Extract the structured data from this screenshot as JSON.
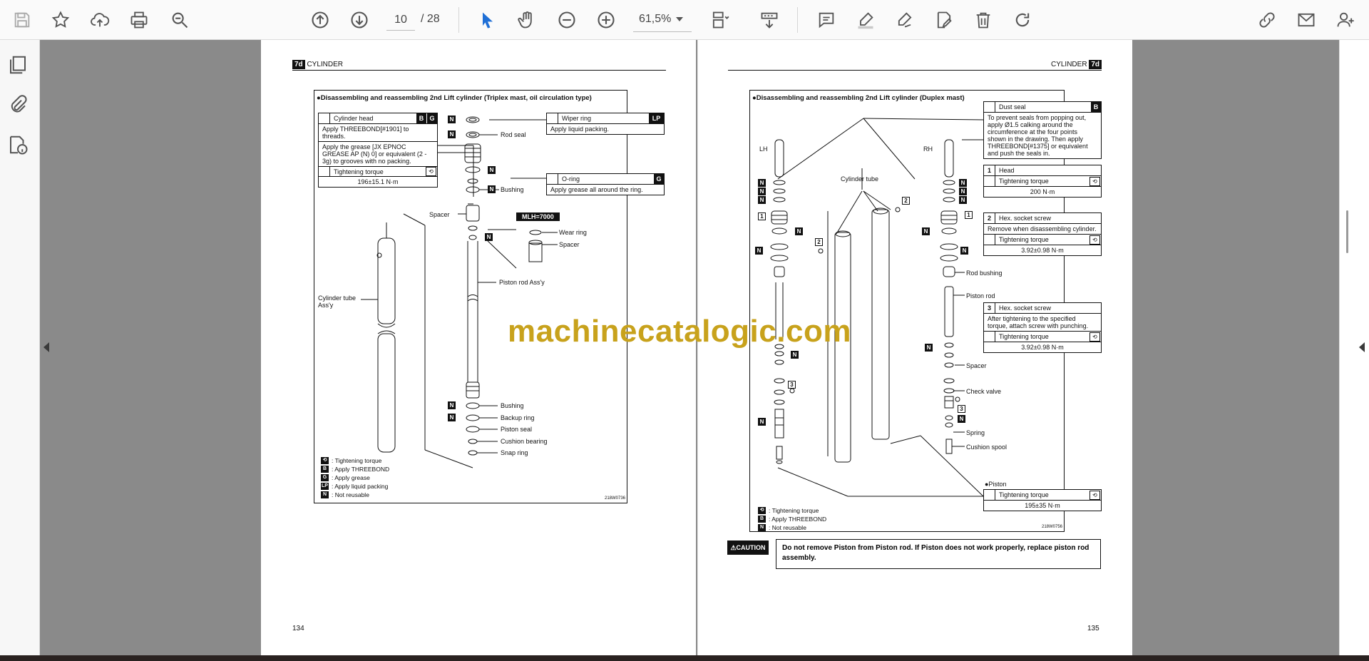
{
  "toolbar": {
    "page_current": "10",
    "page_total": "/ 28",
    "zoom": "61,5%"
  },
  "left_page": {
    "section_tag": "7d",
    "section_title": "CYLINDER",
    "frame_title": "●Disassembling and reassembling 2nd Lift cylinder (Triplex mast, oil circulation type)",
    "cylinder_head_box": {
      "title": "Cylinder head",
      "letters": [
        "B",
        "G"
      ],
      "para1": "Apply THREEBOND[#1901] to threads.",
      "para2": "Apply the grease [JX EPNOC GREASE AP (N) 0] or equivalent (2 - 3g) to grooves with no packing.",
      "torque_label": "Tightening torque",
      "torque_value": "196±15.1 N·m"
    },
    "wiper_box": {
      "title": "Wiper ring",
      "letter": "LP",
      "text": "Apply liquid packing."
    },
    "oring_box": {
      "title": "O-ring",
      "letter": "G",
      "text": "Apply grease all around the ring."
    },
    "mlh_tag": "MLH=7000",
    "labels": {
      "rod_seal": "Rod seal",
      "bushing_top": "Bushing",
      "spacer": "Spacer",
      "wear_ring": "Wear ring",
      "spacer2": "Spacer",
      "piston_rod": "Piston rod Ass'y",
      "cylinder_tube": "Cylinder tube\nAss'y",
      "bushing_bottom": "Bushing",
      "backup_ring": "Backup ring",
      "piston_seal": "Piston seal",
      "cushion_bearing": "Cushion bearing",
      "snap_ring": "Snap ring"
    },
    "legend": [
      {
        "sym": "⟲",
        "text": ": Tightening torque"
      },
      {
        "sym": "B",
        "text": ": Apply THREEBOND"
      },
      {
        "sym": "G",
        "text": ": Apply grease"
      },
      {
        "sym": "LP",
        "text": ": Apply liquid packing"
      },
      {
        "sym": "N",
        "text": ": Not reusable"
      }
    ],
    "fig_id": "218W0736",
    "page_number": "134"
  },
  "right_page": {
    "section_tag": "7d",
    "section_title": "CYLINDER",
    "frame_title": "●Disassembling and reassembling 2nd Lift cylinder (Duplex mast)",
    "dust_seal_box": {
      "title": "Dust seal",
      "letter": "B",
      "text": "To prevent seals from popping out, apply Ø1.5 calking around the circumference at the four points shown in the drawing. Then apply THREEBOND[#1375] or equivalent and push the seals in."
    },
    "head_box": {
      "num": "1",
      "title": "Head",
      "torque_label": "Tightening torque",
      "torque_value": "200 N·m"
    },
    "hex1_box": {
      "num": "2",
      "title": "Hex. socket screw",
      "text": "Remove when disassembling cylinder.",
      "torque_label": "Tightening torque",
      "torque_value": "3.92±0.98 N·m"
    },
    "hex2_box": {
      "num": "3",
      "title": "Hex. socket screw",
      "text": "After tightening to the specified torque, attach screw with punching.",
      "torque_label": "Tightening torque",
      "torque_value": "3.92±0.98 N·m"
    },
    "piston_box": {
      "caption": "●Piston",
      "torque_label": "Tightening torque",
      "torque_value": "195±35 N·m"
    },
    "labels": {
      "lh": "LH",
      "rh": "RH",
      "cylinder_tube": "Cylinder tube",
      "rod_bushing": "Rod bushing",
      "piston_rod": "Piston rod",
      "spacer": "Spacer",
      "check_valve": "Check valve",
      "spring": "Spring",
      "cushion_spool": "Cushion spool"
    },
    "legend": [
      {
        "sym": "⟲",
        "text": ": Tightening torque"
      },
      {
        "sym": "B",
        "text": ": Apply THREEBOND"
      },
      {
        "sym": "N",
        "text": ": Not reusable"
      }
    ],
    "fig_id": "218W0756",
    "caution_tag": "⚠CAUTION",
    "caution_text": "Do not remove Piston from Piston rod. If Piston does not work properly, replace piston rod assembly.",
    "page_number": "135"
  },
  "watermark": "machinecatalogic.com"
}
